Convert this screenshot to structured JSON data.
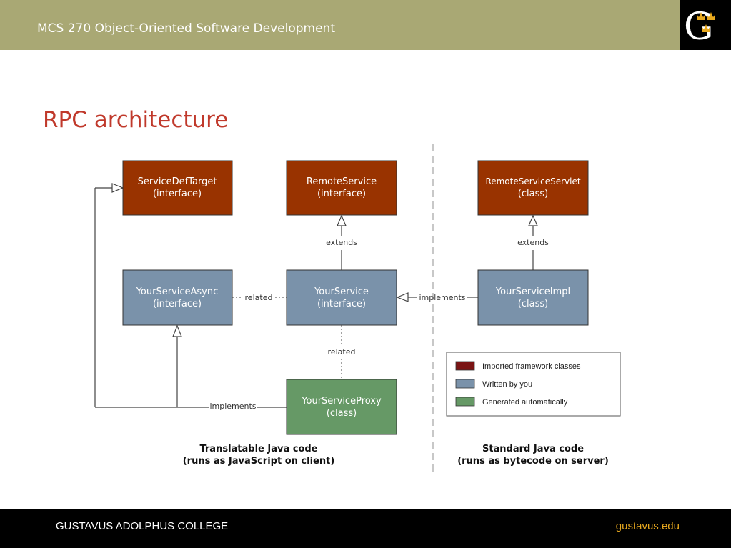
{
  "header": {
    "course_title": "MCS 270 Object-Oriented Software Development",
    "background_color": "#a9a874",
    "logo": {
      "icon": "gustavus-g-crowns-logo",
      "letter": "G"
    }
  },
  "slide": {
    "title": "RPC architecture",
    "title_color": "#c0392b"
  },
  "diagram": {
    "colors": {
      "imported": "#993300",
      "written": "#7a92aa",
      "generated": "#669966"
    },
    "boxes": {
      "service_def_target": {
        "name": "ServiceDefTarget",
        "kind": "(interface)"
      },
      "remote_service": {
        "name": "RemoteService",
        "kind": "(interface)"
      },
      "remote_service_servlet": {
        "name": "RemoteServiceServlet",
        "kind": "(class)"
      },
      "your_service_async": {
        "name": "YourServiceAsync",
        "kind": "(interface)"
      },
      "your_service": {
        "name": "YourService",
        "kind": "(interface)"
      },
      "your_service_impl": {
        "name": "YourServiceImpl",
        "kind": "(class)"
      },
      "your_service_proxy": {
        "name": "YourServiceProxy",
        "kind": "(class)"
      }
    },
    "edge_labels": {
      "extends_left": "extends",
      "extends_right": "extends",
      "related_horizontal": "related",
      "related_vertical": "related",
      "implements_right": "implements",
      "implements_bottom": "implements"
    },
    "legend": {
      "imported": "Imported framework classes",
      "written": "Written by you",
      "generated": "Generated automatically"
    },
    "captions": {
      "client_line1": "Translatable Java code",
      "client_line2": "(runs as JavaScript on client)",
      "server_line1": "Standard Java code",
      "server_line2": "(runs as bytecode on server)"
    }
  },
  "footer": {
    "college_name": "GUSTAVUS ADOLPHUS COLLEGE",
    "website": "gustavus.edu"
  }
}
